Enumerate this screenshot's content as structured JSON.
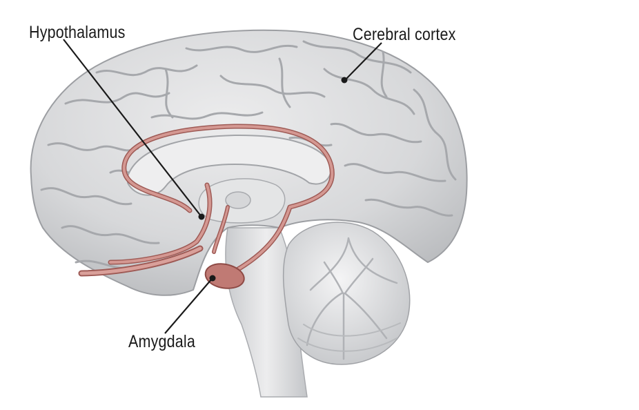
{
  "labels": {
    "hypothalamus": "Hypothalamus",
    "cerebral_cortex": "Cerebral cortex",
    "amygdala": "Amygdala"
  },
  "colors": {
    "brain_fill": "#d9dadc",
    "brain_shadow": "#a9abaf",
    "limbic": "#c98a85",
    "limbic_dark": "#9e5a55",
    "leader": "#1a1a1a"
  }
}
